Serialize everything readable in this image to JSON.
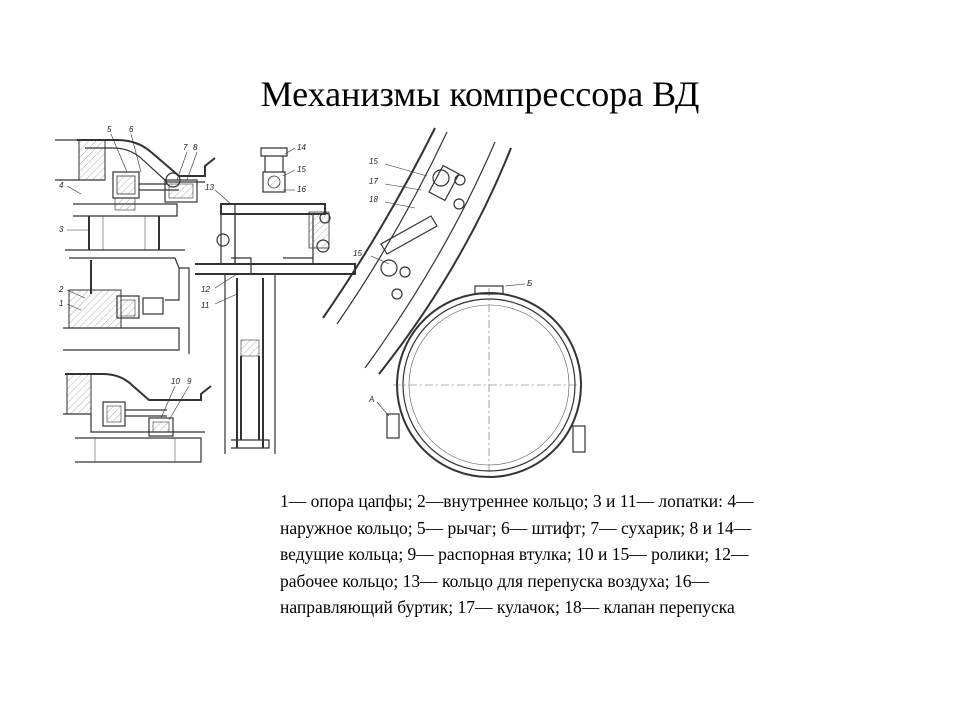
{
  "slide": {
    "title": "Механизмы компрессора ВД"
  },
  "labels": {
    "l1": "1",
    "l2": "2",
    "l3": "3",
    "l4": "4",
    "l5": "5",
    "l6": "6",
    "l7": "7",
    "l8": "8",
    "l9": "9",
    "l10": "10",
    "l11": "11",
    "l12": "12",
    "l13": "13",
    "l14": "14",
    "l15a": "15",
    "l15b": "15",
    "l15c": "15",
    "l16": "16",
    "l17": "17",
    "l18": "18",
    "lA": "А",
    "lB": "Б"
  },
  "caption": {
    "lines": [
      "1— опора цапфы; 2—внутреннее кольцо; 3 и 11— лопатки: 4—",
      "наружное кольцо; 5— рычаг; 6— штифт; 7— сухарик; 8 и 14—",
      "ведущие кольца; 9— распорная втулка; 10 и 15— ролики; 12—",
      "рабочее кольцо; 13— кольцо для перепуска воздуха; 16—",
      "направляющий буртик; 17— кулачок; 18— клапан перепуска"
    ]
  }
}
